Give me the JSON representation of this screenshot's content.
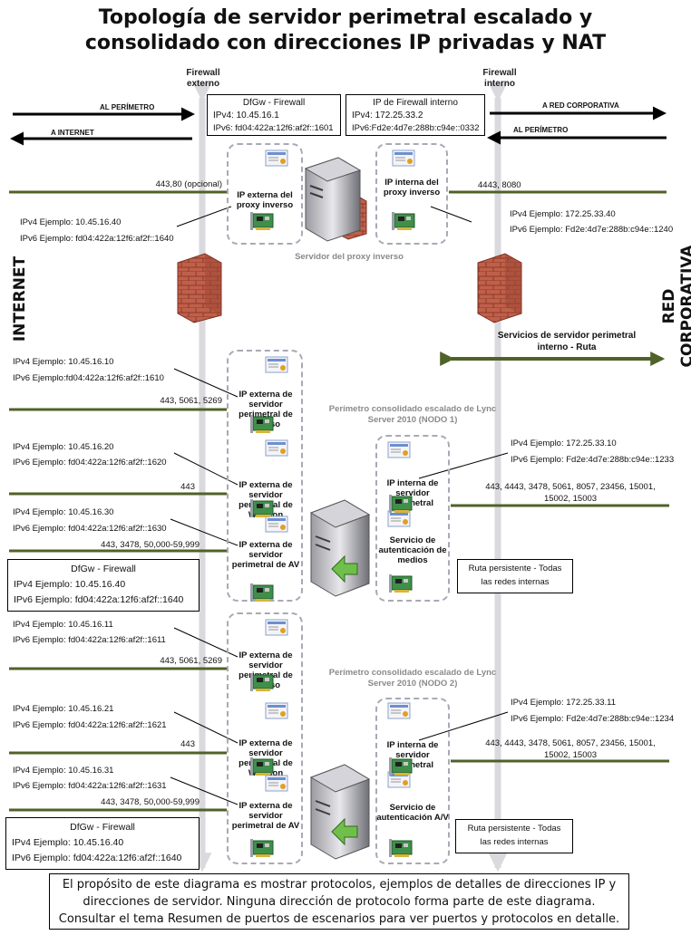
{
  "title": {
    "line1": "Topología de servidor perimetral escalado y",
    "line2": "consolidado con direcciones IP privadas y NAT"
  },
  "firewalls": {
    "external": "Firewall externo",
    "internal": "Firewall interno"
  },
  "sides": {
    "internet": "INTERNET",
    "corp": "RED CORPORATIVA"
  },
  "arrows": {
    "to_perimeter_left": "AL PERÍMETRO",
    "to_internet": "A INTERNET",
    "to_corp": "A RED CORPORATIVA",
    "to_perimeter_right": "AL PERÍMETRO"
  },
  "boxes": {
    "dfgw_top": {
      "title": "DfGw - Firewall",
      "ipv4": "IPv4: 10.45.16.1",
      "ipv6": "IPv6: fd04:422a:12f6:af2f::1601"
    },
    "fw_internal": {
      "title": "IP de Firewall interno",
      "ipv4": "IPv4: 172.25.33.2",
      "ipv6": "IPv6:Fd2e:4d7e:288b:c94e::0332"
    },
    "dfgw_mid": {
      "title": "DfGw - Firewall",
      "ipv4": "IPv4 Ejemplo: 10.45.16.40",
      "ipv6": "IPv6 Ejemplo: fd04:422a:12f6:af2f::1640"
    },
    "dfgw_bot": {
      "title": "DfGw - Firewall",
      "ipv4": "IPv4 Ejemplo: 10.45.16.40",
      "ipv6": "IPv6 Ejemplo: fd04:422a:12f6:af2f::1640"
    },
    "route1": "Ruta persistente - Todas las redes internas",
    "route2": "Ruta persistente - Todas las redes internas"
  },
  "proxy": {
    "ext_label": "IP externa del proxy inverso",
    "int_label": "IP interna del proxy inverso",
    "server_label": "Servidor del proxy inverso",
    "ext_ports": "443,80 (opcional)",
    "int_ports": "4443, 8080",
    "ext_ipv4": "IPv4 Ejemplo: 10.45.16.40",
    "ext_ipv6": "IPv6 Ejemplo: fd04:422a:12f6:af2f::1640",
    "int_ipv4": "IPv4 Ejemplo: 172.25.33.40",
    "int_ipv6": "IPv6 Ejemplo: Fd2e:4d7e:288b:c94e::1240"
  },
  "internal_services": "Servicios de servidor perimetral interno - Ruta",
  "node1": {
    "title": "Perímetro consolidado escalado de Lync Server 2010 (NODO 1)",
    "access": {
      "ipv4": "IPv4 Ejemplo: 10.45.16.10",
      "ipv6": "IPv6 Ejemplo:fd04:422a:12f6:af2f::1610",
      "ports": "443, 5061, 5269",
      "label": "IP externa de servidor perimetral de acceso"
    },
    "webcon": {
      "ipv4": "IPv4 Ejemplo: 10.45.16.20",
      "ipv6": "IPv6 Ejemplo: fd04:422a:12f6:af2f::1620",
      "ports": "443",
      "label": "IP externa de servidor perimetral de WebCon"
    },
    "av": {
      "ipv4": "IPv4 Ejemplo: 10.45.16.30",
      "ipv6": "IPv6 Ejemplo: fd04:422a:12f6:af2f::1630",
      "ports": "443, 3478, 50,000-59,999",
      "label": "IP externa de servidor perimetral de AV"
    },
    "internal": {
      "ipv4": "IPv4 Ejemplo: 172.25.33.10",
      "ipv6": "IPv6 Ejemplo: Fd2e:4d7e:288b:c94e::1233",
      "ports": "443, 4443, 3478, 5061, 8057, 23456, 15001, 15002, 15003",
      "label": "IP interna de servidor perimetral",
      "auth": "Servicio de autenticación de medios"
    }
  },
  "node2": {
    "title": "Perímetro consolidado escalado de Lync Server 2010 (NODO 2)",
    "access": {
      "ipv4": "IPv4 Ejemplo: 10.45.16.11",
      "ipv6": "IPv6 Ejemplo: fd04:422a:12f6:af2f::1611",
      "ports": "443, 5061, 5269",
      "label": "IP externa de servidor perimetral de acceso"
    },
    "webcon": {
      "ipv4": "IPv4 Ejemplo: 10.45.16.21",
      "ipv6": "IPv6 Ejemplo: fd04:422a:12f6:af2f::1621",
      "ports": "443",
      "label": "IP externa de servidor perimetral de WebCon"
    },
    "av": {
      "ipv4": "IPv4 Ejemplo: 10.45.16.31",
      "ipv6": "IPv6 Ejemplo: fd04:422a:12f6:af2f::1631",
      "ports": "443, 3478, 50,000-59,999",
      "label": "IP externa de servidor perimetral de AV"
    },
    "internal": {
      "ipv4": "IPv4 Ejemplo: 172.25.33.11",
      "ipv6": "IPv6 Ejemplo: Fd2e:4d7e:288b:c94e::1234",
      "ports": "443, 4443, 3478, 5061, 8057, 23456, 15001, 15002, 15003",
      "label": "IP interna de servidor perimetral",
      "auth": "Servicio de autenticación A/V"
    }
  },
  "footer": {
    "line1": "El propósito de este diagrama es mostrar protocolos, ejemplos de detalles de direcciones IP y",
    "line2": "direcciones de servidor. Ninguna dirección de protocolo forma parte de este diagrama.",
    "line3": "Consultar el tema Resumen de puertos de escenarios para ver puertos y protocolos en detalle."
  },
  "colors": {
    "link": "#4f6228",
    "firewall_bar": "#cfcfd6",
    "dash": "#a9a9b5",
    "brick": "#b5533c",
    "arrow": "#000000"
  }
}
